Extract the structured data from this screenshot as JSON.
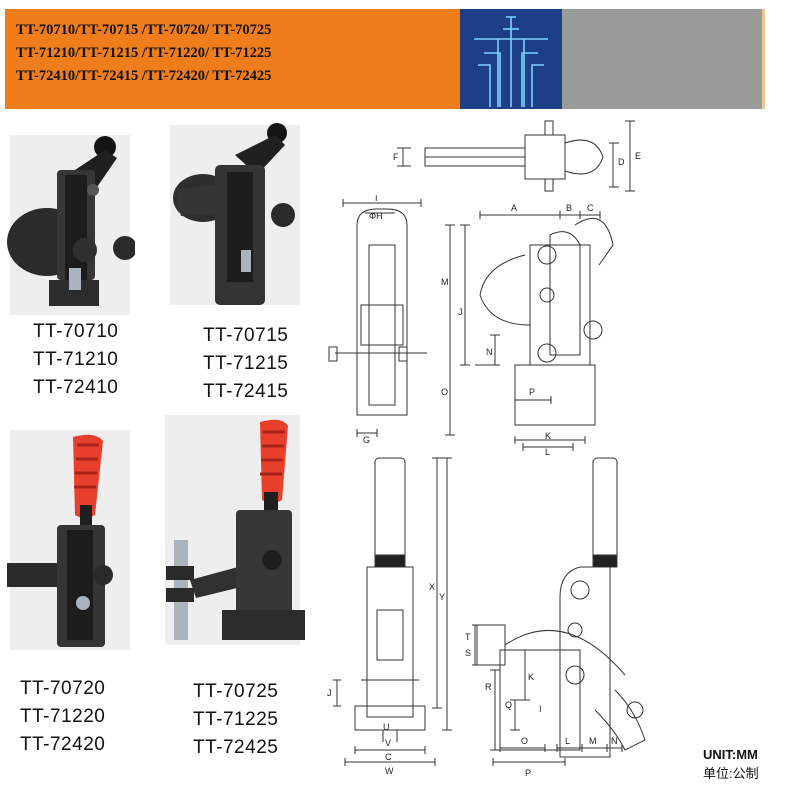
{
  "header": {
    "model_lines": [
      "TT-70710/TT-70715 /TT-70720/ TT-70725",
      "TT-71210/TT-71215 /TT-71220/ TT-71225",
      "TT-72410/TT-72415 /TT-72420/ TT-72425"
    ],
    "colors": {
      "orange": "#ef7d1b",
      "logo_blue": "#1c3f88",
      "gray": "#9b9b9b"
    }
  },
  "products": [
    {
      "models": [
        "TT-70710",
        "TT-71210",
        "TT-72410"
      ]
    },
    {
      "models": [
        "TT-70715",
        "TT-71215",
        "TT-72415"
      ]
    },
    {
      "models": [
        "TT-70720",
        "TT-71220",
        "TT-72420"
      ]
    },
    {
      "models": [
        "TT-70725",
        "TT-71225",
        "TT-72425"
      ]
    }
  ],
  "drawing_top": {
    "labels": {
      "F": "F",
      "D": "D",
      "E": "E"
    }
  },
  "drawing_mid": {
    "labels": {
      "I": "I",
      "H": "ΦH",
      "G": "G",
      "A": "A",
      "B": "B",
      "C": "C",
      "M": "M",
      "J": "J",
      "N": "N",
      "O": "O",
      "P": "P",
      "K": "K",
      "L": "L"
    }
  },
  "drawing_bottom": {
    "labels": {
      "X": "X",
      "Y": "Y",
      "J": "J",
      "U": "U",
      "V": "V",
      "C": "C",
      "W": "W",
      "T": "T",
      "S": "S",
      "R": "R",
      "Q": "Q",
      "K": "K",
      "I": "I",
      "O": "O",
      "L": "L",
      "M": "M",
      "N": "N",
      "P": "P"
    }
  },
  "unit": {
    "label": "UNIT:MM",
    "label_cn": "单位:公制"
  }
}
